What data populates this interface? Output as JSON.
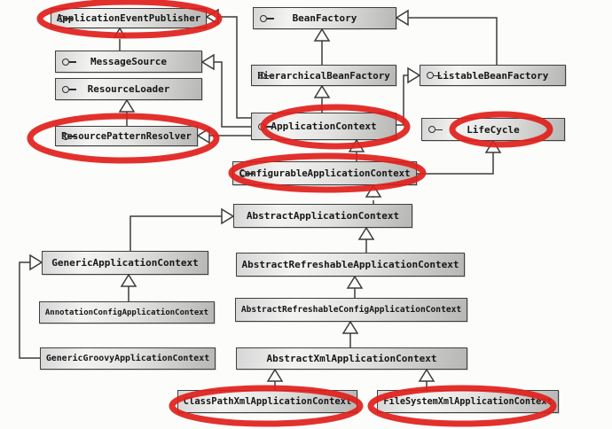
{
  "diagram": {
    "kind": "uml-class-diagram",
    "highlight_color": "#df1f1b",
    "box_border_color": "#3f3f3f",
    "line_color": "#3c3c3c",
    "interface_icon": "lollipop-interface-icon",
    "nodes": [
      {
        "id": "ApplicationEventPublisher",
        "label": "ApplicationEventPublisher",
        "kind": "interface",
        "circled": true
      },
      {
        "id": "BeanFactory",
        "label": "BeanFactory",
        "kind": "interface",
        "circled": false
      },
      {
        "id": "MessageSource",
        "label": "MessageSource",
        "kind": "interface",
        "circled": false
      },
      {
        "id": "ResourceLoader",
        "label": "ResourceLoader",
        "kind": "interface",
        "circled": false
      },
      {
        "id": "HierarchicalBeanFactory",
        "label": "HierarchicalBeanFactory",
        "kind": "interface",
        "circled": false
      },
      {
        "id": "ListableBeanFactory",
        "label": "ListableBeanFactory",
        "kind": "interface",
        "circled": false
      },
      {
        "id": "ApplicationContext",
        "label": "ApplicationContext",
        "kind": "interface",
        "circled": true
      },
      {
        "id": "LifeCycle",
        "label": "LifeCycle",
        "kind": "interface",
        "circled": true
      },
      {
        "id": "ResourcePatternResolver",
        "label": "ResourcePatternResolver",
        "kind": "interface",
        "circled": true
      },
      {
        "id": "ConfigurableApplicationContext",
        "label": "ConfigurableApplicationContext",
        "kind": "interface",
        "circled": true
      },
      {
        "id": "AbstractApplicationContext",
        "label": "AbstractApplicationContext",
        "kind": "class",
        "circled": false
      },
      {
        "id": "GenericApplicationContext",
        "label": "GenericApplicationContext",
        "kind": "class",
        "circled": false
      },
      {
        "id": "AbstractRefreshableApplicationContext",
        "label": "AbstractRefreshableApplicationContext",
        "kind": "class",
        "circled": false
      },
      {
        "id": "AnnotationConfigApplicationContext",
        "label": "AnnotationConfigApplicationContext",
        "kind": "class",
        "circled": false
      },
      {
        "id": "AbstractRefreshableConfigApplicationContext",
        "label": "AbstractRefreshableConfigApplicationContext",
        "kind": "class",
        "circled": false
      },
      {
        "id": "GenericGroovyApplicationContext",
        "label": "GenericGroovyApplicationContext",
        "kind": "class",
        "circled": false
      },
      {
        "id": "AbstractXmlApplicationContext",
        "label": "AbstractXmlApplicationContext",
        "kind": "class",
        "circled": false
      },
      {
        "id": "ClassPathXmlApplicationContext",
        "label": "ClassPathXmlApplicationContext",
        "kind": "class",
        "circled": true
      },
      {
        "id": "FileSystemXmlApplicationContext",
        "label": "FileSystemXmlApplicationContext",
        "kind": "class",
        "circled": true
      }
    ],
    "edges": [
      {
        "from": "MessageSource",
        "to": "ApplicationEventPublisher",
        "relation": "extends"
      },
      {
        "from": "ResourcePatternResolver",
        "to": "ResourceLoader",
        "relation": "extends"
      },
      {
        "from": "HierarchicalBeanFactory",
        "to": "BeanFactory",
        "relation": "extends"
      },
      {
        "from": "ListableBeanFactory",
        "to": "BeanFactory",
        "relation": "extends"
      },
      {
        "from": "ApplicationContext",
        "to": "HierarchicalBeanFactory",
        "relation": "extends"
      },
      {
        "from": "ApplicationContext",
        "to": "ListableBeanFactory",
        "relation": "extends"
      },
      {
        "from": "ApplicationContext",
        "to": "MessageSource",
        "relation": "extends"
      },
      {
        "from": "ApplicationContext",
        "to": "ApplicationEventPublisher",
        "relation": "extends"
      },
      {
        "from": "ApplicationContext",
        "to": "ResourcePatternResolver",
        "relation": "extends"
      },
      {
        "from": "ConfigurableApplicationContext",
        "to": "ApplicationContext",
        "relation": "extends"
      },
      {
        "from": "ConfigurableApplicationContext",
        "to": "LifeCycle",
        "relation": "extends"
      },
      {
        "from": "AbstractApplicationContext",
        "to": "ConfigurableApplicationContext",
        "relation": "implements"
      },
      {
        "from": "GenericApplicationContext",
        "to": "AbstractApplicationContext",
        "relation": "extends"
      },
      {
        "from": "AbstractRefreshableApplicationContext",
        "to": "AbstractApplicationContext",
        "relation": "extends"
      },
      {
        "from": "AnnotationConfigApplicationContext",
        "to": "GenericApplicationContext",
        "relation": "extends"
      },
      {
        "from": "GenericGroovyApplicationContext",
        "to": "GenericApplicationContext",
        "relation": "extends"
      },
      {
        "from": "AbstractRefreshableConfigApplicationContext",
        "to": "AbstractRefreshableApplicationContext",
        "relation": "extends"
      },
      {
        "from": "AbstractXmlApplicationContext",
        "to": "AbstractRefreshableConfigApplicationContext",
        "relation": "extends"
      },
      {
        "from": "ClassPathXmlApplicationContext",
        "to": "AbstractXmlApplicationContext",
        "relation": "extends"
      },
      {
        "from": "FileSystemXmlApplicationContext",
        "to": "AbstractXmlApplicationContext",
        "relation": "extends"
      }
    ]
  }
}
